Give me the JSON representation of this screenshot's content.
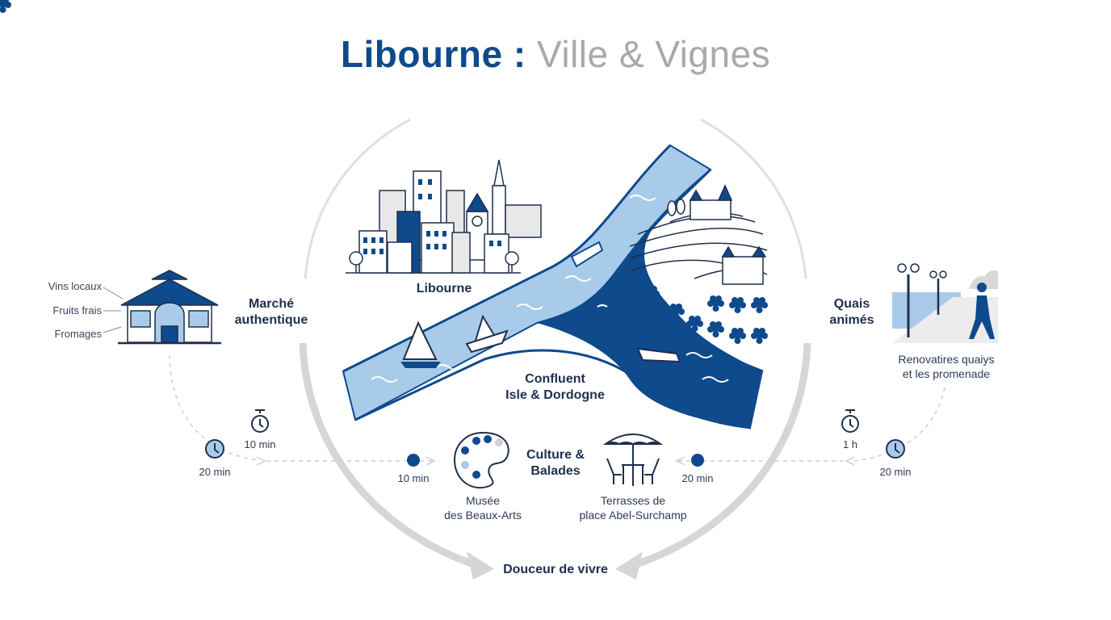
{
  "title": {
    "main": "Libourne",
    "separator": " : ",
    "sub": "Ville & Vignes"
  },
  "city_label": "Libourne",
  "confluence_label": [
    "Confluent",
    "Isle & Dordogne"
  ],
  "market": {
    "title": [
      "Marché",
      "authentique"
    ],
    "items": [
      "Vins locaux",
      "Fruits frais",
      "Fromages"
    ]
  },
  "quays": {
    "title": [
      "Quais",
      "animés"
    ],
    "caption": [
      "Renovatires quaiys",
      "et les promenade"
    ]
  },
  "culture": {
    "title": [
      "Culture &",
      "Balades"
    ]
  },
  "museum": [
    "Musée",
    "des Beaux-Arts"
  ],
  "terraces": [
    "Terrasses de",
    "place Abel-Surchamp"
  ],
  "footer": "Douceur de vivre",
  "times": {
    "left_timer": "10 min",
    "left_clock": "20 min",
    "center_left": "10 min",
    "center_right": "20 min",
    "right_timer": "1 h",
    "right_clock": "20 min"
  },
  "colors": {
    "primary": "#0e4a8c",
    "light_blue": "#a9cbea",
    "grey": "#a9a9a9",
    "arrow": "#dcdcdc"
  }
}
